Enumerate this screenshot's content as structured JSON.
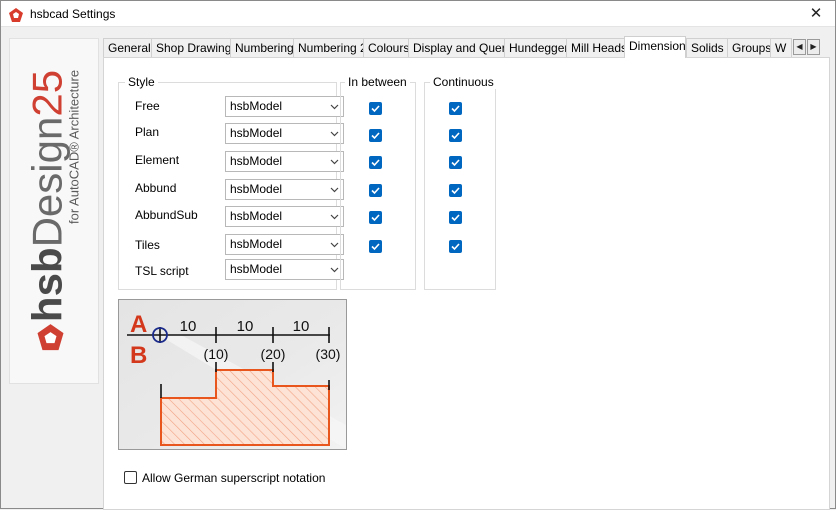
{
  "window": {
    "title": "hsbcad Settings",
    "close_glyph": "✕"
  },
  "logo": {
    "brand_bold": "hsb",
    "brand_light": "Design",
    "version": "25",
    "subtitle": "for AutoCAD® Architecture"
  },
  "tabs": [
    {
      "label": "General",
      "active": false
    },
    {
      "label": "Shop Drawings",
      "active": false
    },
    {
      "label": "Numbering",
      "active": false
    },
    {
      "label": "Numbering 2",
      "active": false
    },
    {
      "label": "Colours",
      "active": false
    },
    {
      "label": "Display and Query",
      "active": false
    },
    {
      "label": "Hundegger",
      "active": false
    },
    {
      "label": "Mill Heads",
      "active": false
    },
    {
      "label": "Dimension",
      "active": true
    },
    {
      "label": "Solids",
      "active": false
    },
    {
      "label": "Groups",
      "active": false
    },
    {
      "label": "W",
      "active": false
    }
  ],
  "tab_scroll": {
    "left_icon": "◀",
    "right_icon": "▶"
  },
  "style_group": {
    "title": "Style",
    "rows": [
      {
        "label": "Free",
        "value": "hsbModel"
      },
      {
        "label": "Plan",
        "value": "hsbModel"
      },
      {
        "label": "Element",
        "value": "hsbModel"
      },
      {
        "label": "Abbund",
        "value": "hsbModel"
      },
      {
        "label": "AbbundSub",
        "value": "hsbModel"
      },
      {
        "label": "Tiles",
        "value": "hsbModel"
      },
      {
        "label": "TSL script",
        "value": "hsbModel"
      }
    ]
  },
  "in_between_group": {
    "title": "In between",
    "checked": [
      true,
      true,
      true,
      true,
      true,
      true
    ]
  },
  "continuous_group": {
    "title": "Continuous",
    "checked": [
      true,
      true,
      true,
      true,
      true,
      true
    ]
  },
  "preview": {
    "label_a": "A",
    "label_b": "B",
    "dim_in_between": [
      "10",
      "10",
      "10"
    ],
    "dim_continuous": [
      "(10)",
      "(20)",
      "(30)"
    ]
  },
  "german_superscript": {
    "label": "Allow German superscript notation",
    "checked": false
  },
  "colors": {
    "accent": "#0067c0",
    "logo_red": "#cf3f32",
    "preview_orange": "#e8561e"
  }
}
